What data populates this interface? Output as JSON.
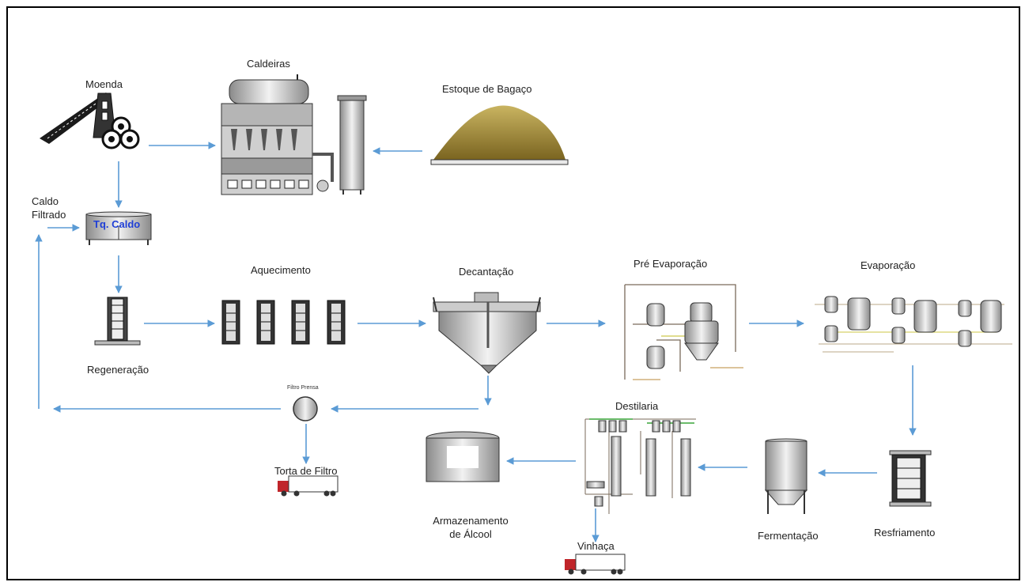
{
  "diagram": {
    "labels": {
      "moenda": "Moenda",
      "caldeiras": "Caldeiras",
      "estoque_bagaco": "Estoque de Bagaço",
      "caldo_filtrado": "Caldo\nFiltrado",
      "tq_caldo": "Tq. Caldo",
      "aquecimento": "Aquecimento",
      "decantacao": "Decantação",
      "pre_evaporacao": "Pré Evaporação",
      "evaporacao": "Evaporação",
      "regeneracao": "Regeneração",
      "filtro_prensa": "Filtro Prensa",
      "destilaria": "Destilaria",
      "torta_de_filtro": "Torta de Filtro",
      "armazenamento": "Armazenamento\nde Álcool",
      "vinhaca": "Vinhaça",
      "fermentacao": "Fermentação",
      "resfriamento": "Resfriamento"
    },
    "colors": {
      "arrow": "#5b9bd5",
      "bagasse": "#b8a050",
      "tank_label": "#1f3fd6"
    }
  }
}
